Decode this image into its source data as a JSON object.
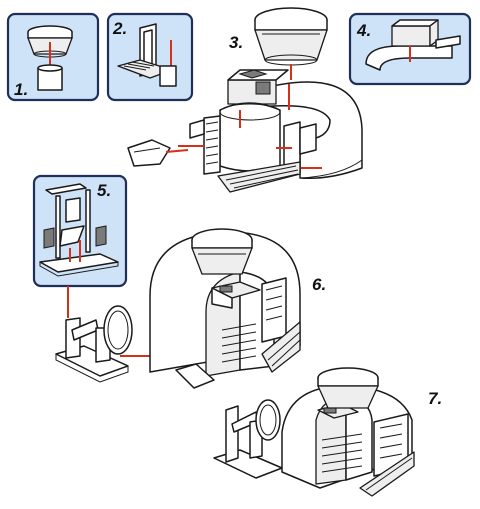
{
  "steps": [
    {
      "label": "1."
    },
    {
      "label": "2."
    },
    {
      "label": "3."
    },
    {
      "label": "4."
    },
    {
      "label": "5."
    },
    {
      "label": "6."
    },
    {
      "label": "7."
    }
  ],
  "colors": {
    "panel_fill": "#cfe3f8",
    "panel_border": "#1f2f5a",
    "connector": "#d5311a"
  }
}
